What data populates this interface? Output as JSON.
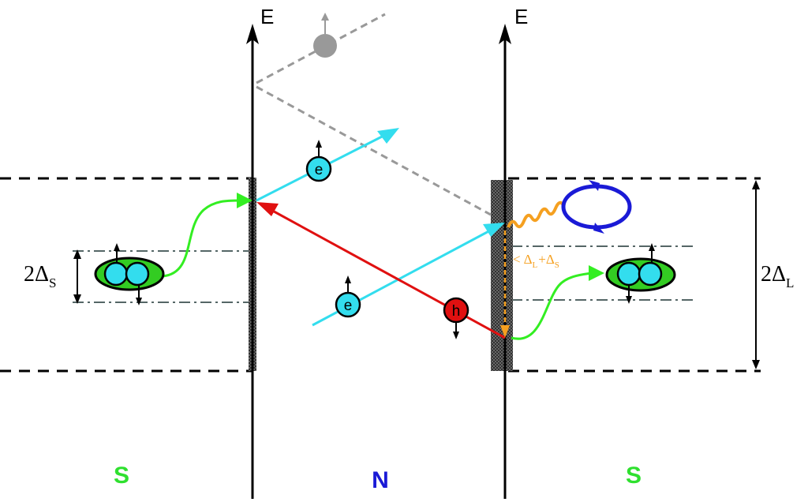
{
  "axis_label_left": "E",
  "axis_label_right": "E",
  "gap_left": {
    "main": "2Δ",
    "sub": "S"
  },
  "gap_right": {
    "main": "2Δ",
    "sub": "L"
  },
  "annotation": {
    "lt": "<",
    "d1": "Δ",
    "s1": "L",
    "plus": "+",
    "d2": "Δ",
    "s2": "S"
  },
  "particle_electron_upper": "e",
  "particle_electron_lower": "e",
  "particle_hole": "h",
  "region_left": "S",
  "region_middle": "N",
  "region_right": "S",
  "colors": {
    "superconductor_label": "#2fe02f",
    "normal_label": "#1a1ad6",
    "electron": "#33ddee",
    "hole": "#e01010",
    "cooper_pair_path": "#33ee22",
    "emission": "#f5a020",
    "loop": "#1a1ad6",
    "scattered": "#999999"
  }
}
